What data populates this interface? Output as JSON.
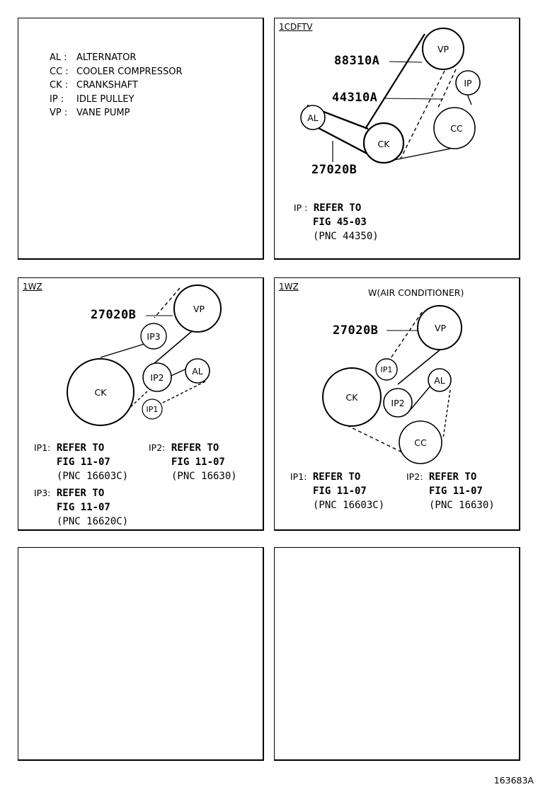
{
  "legend": [
    {
      "abbr": "AL :",
      "name": "ALTERNATOR"
    },
    {
      "abbr": "CC :",
      "name": "COOLER COMPRESSOR"
    },
    {
      "abbr": "CK :",
      "name": "CRANKSHAFT"
    },
    {
      "abbr": "IP  :",
      "name": "IDLE PULLEY"
    },
    {
      "abbr": "VP :",
      "name": "VANE PUMP"
    }
  ],
  "panel_1cdftv": {
    "tag": "1CDFTV",
    "pulleys": {
      "vp": "VP",
      "ip": "IP",
      "al": "AL",
      "ck": "CK",
      "cc": "CC"
    },
    "parts": [
      "88310A",
      "44310A",
      "27020B"
    ],
    "note": {
      "key": "IP :",
      "line1": "REFER TO",
      "line2": "FIG 45-03",
      "line3": "(PNC 44350)"
    }
  },
  "panel_1wz": {
    "tag": "1WZ",
    "pulleys": {
      "vp": "VP",
      "ip3": "IP3",
      "ip2": "IP2",
      "al": "AL",
      "ck": "CK",
      "ip1": "IP1"
    },
    "part": "27020B",
    "notes": [
      {
        "key": "IP1:",
        "line1": "REFER TO",
        "line2": "FIG 11-07",
        "line3": "(PNC 16603C)"
      },
      {
        "key": "IP2:",
        "line1": "REFER TO",
        "line2": "FIG 11-07",
        "line3": "(PNC 16630)"
      },
      {
        "key": "IP3:",
        "line1": "REFER TO",
        "line2": "FIG 11-07",
        "line3": "(PNC 16620C)"
      }
    ]
  },
  "panel_1wz_ac": {
    "tag": "1WZ",
    "title": "W(AIR CONDITIONER)",
    "pulleys": {
      "vp": "VP",
      "ip1": "IP1",
      "ck": "CK",
      "ip2": "IP2",
      "al": "AL",
      "cc": "CC"
    },
    "part": "27020B",
    "notes": [
      {
        "key": "IP1:",
        "line1": "REFER TO",
        "line2": "FIG 11-07",
        "line3": "(PNC 16603C)"
      },
      {
        "key": "IP2:",
        "line1": "REFER TO",
        "line2": "FIG 11-07",
        "line3": "(PNC 16630)"
      }
    ]
  },
  "figure_id": "163683A"
}
